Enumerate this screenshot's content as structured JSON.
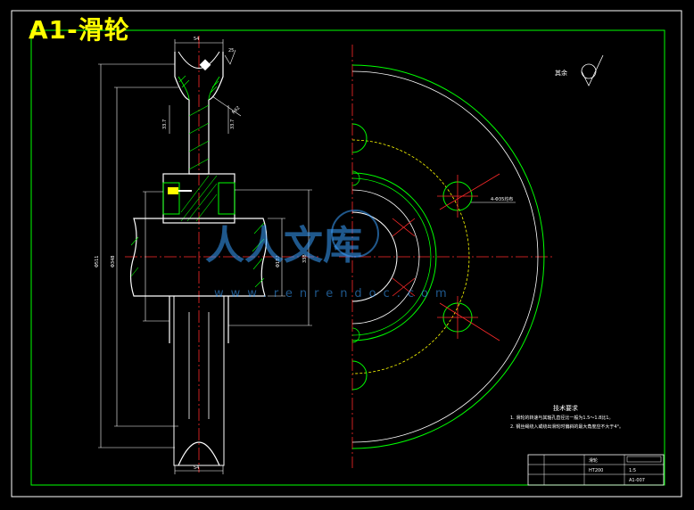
{
  "title": "A1-滑轮",
  "note": {
    "label": "其余"
  },
  "dimensions": {
    "top_width": "54",
    "groove_angle": "25",
    "groove_radius": "R62",
    "left_small_a": "33.7",
    "right_small_a": "33.7",
    "outer_dia": "Φ511",
    "inner_dia": "Φ348",
    "hub_dia": "Φ187",
    "shaft_len": "338",
    "bottom_width": "54",
    "hole_note": "4-Φ35均布"
  },
  "requirements": {
    "heading": "技术要求",
    "items": [
      "1. 滑轮的转速与其轴孔直径比一般为1.5～1.8比1。",
      "2. 钢丝绳绕入或绕出滑轮时偏斜的最大角度应不大于4°。"
    ]
  },
  "title_block": {
    "name": "滑轮",
    "drawing_no": "A1-007",
    "scale": "1:5",
    "material": "HT200"
  },
  "watermark": {
    "text": "人人文库",
    "url": "www.renrendoc.com"
  },
  "colors": {
    "frame": "#00ff00",
    "outline": "#ffffff",
    "centerline": "#ff2a2a",
    "hidden": "#ffff00",
    "title": "#ffff00",
    "watermark": "#3aa0ff"
  }
}
